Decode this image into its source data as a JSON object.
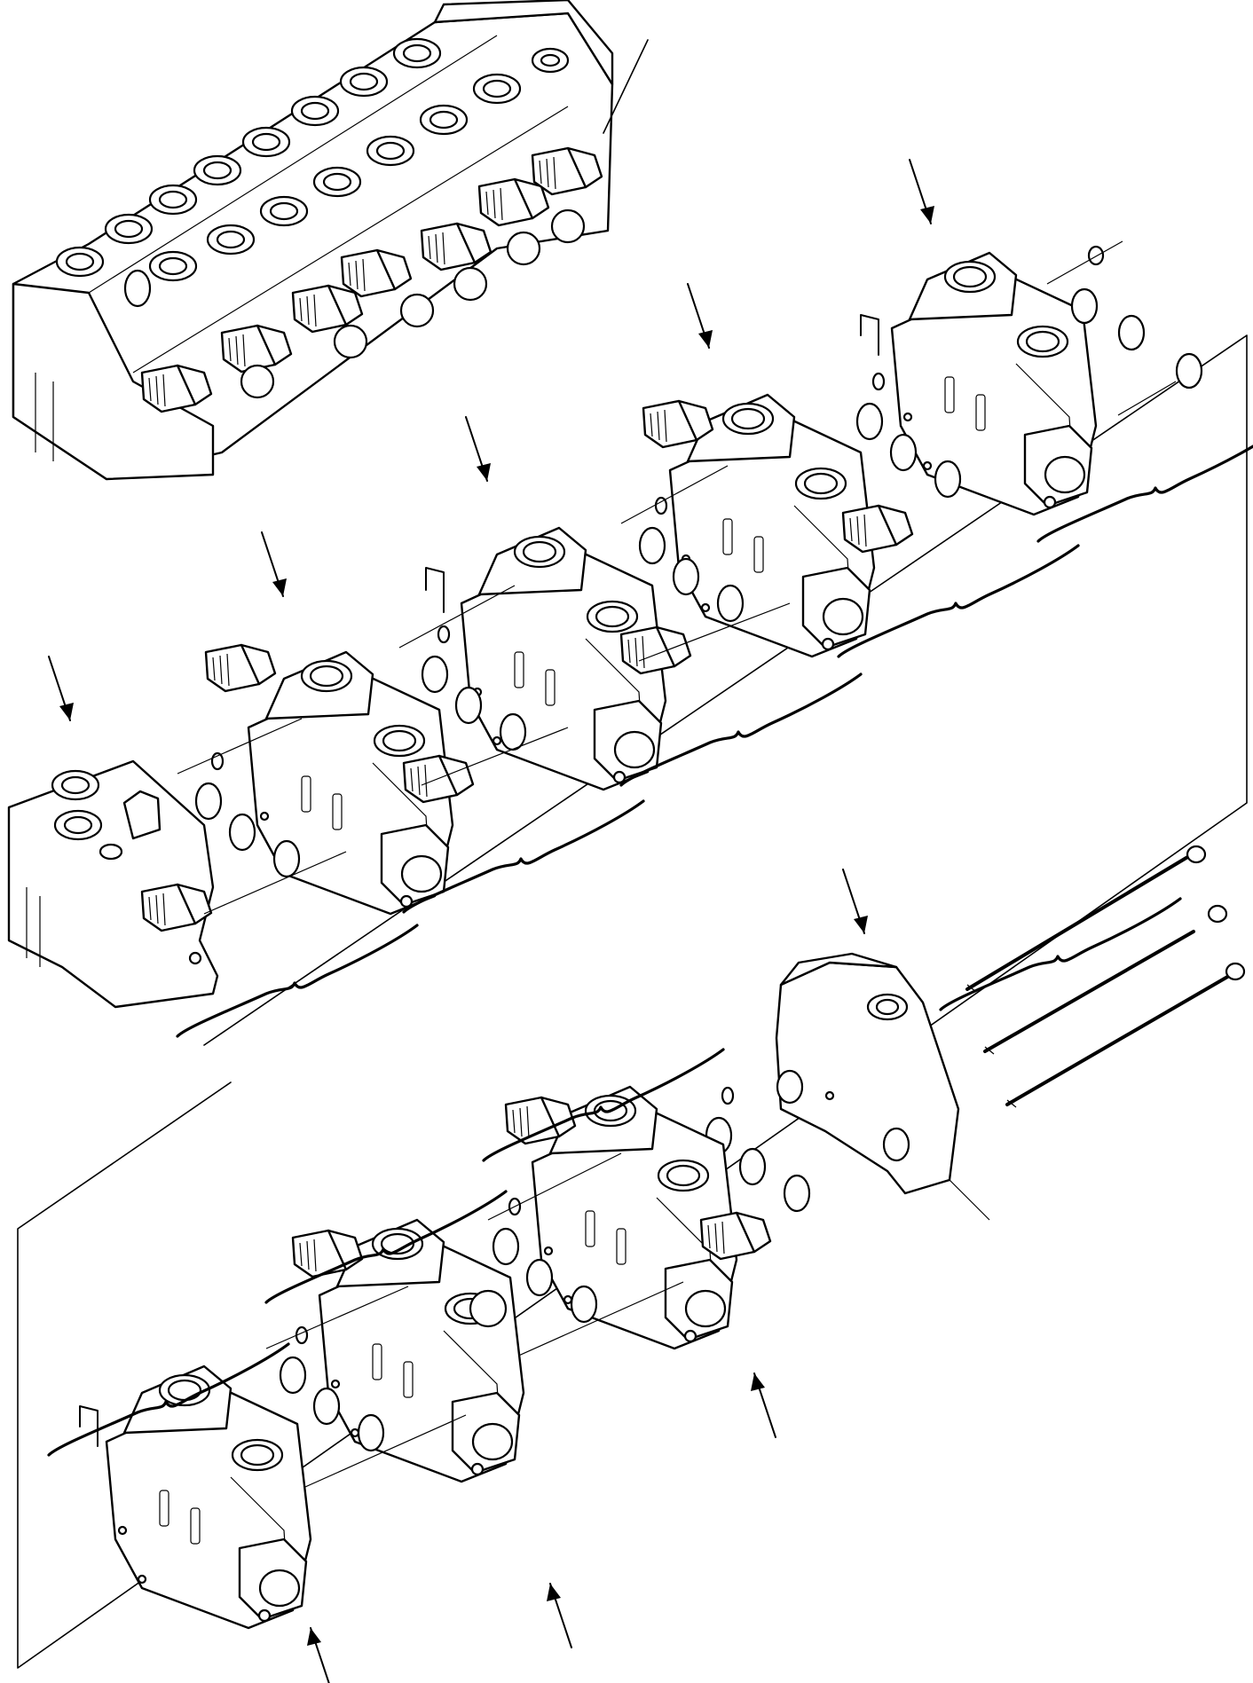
{
  "figure": {
    "subject": "exploded-view-of-sectional-control-valve",
    "assembled_units": 1,
    "exploded_rows": 2,
    "upper_row_sections": 5,
    "lower_row_sections": 4,
    "tie_rods": 3,
    "pointer_arrows": 9
  },
  "colors": {
    "line": "#000000",
    "background": "#ffffff"
  },
  "icons": [
    "arrow-icon",
    "brace-icon",
    "o-ring-icon",
    "tie-rod-icon",
    "nut-icon",
    "solenoid-icon"
  ]
}
